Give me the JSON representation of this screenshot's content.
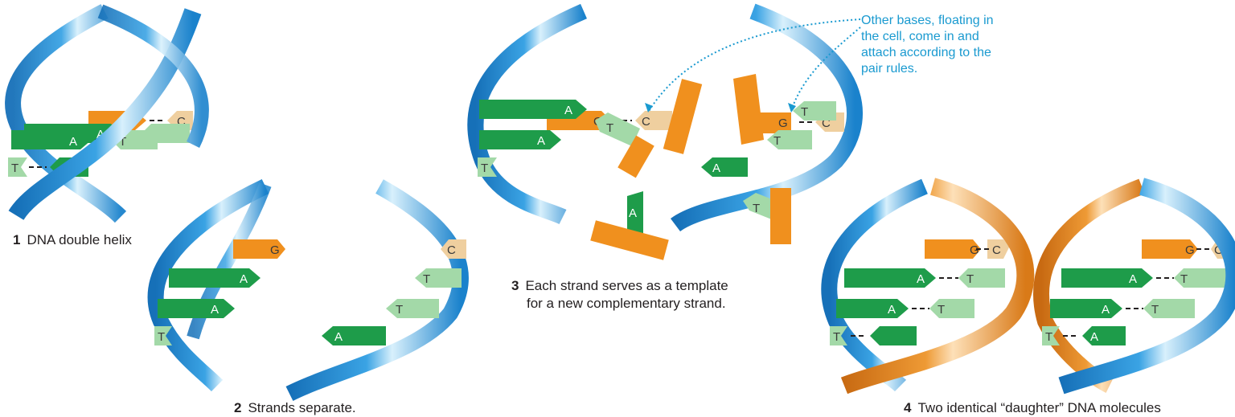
{
  "captions": [
    {
      "num": "1",
      "text": "DNA double helix"
    },
    {
      "num": "2",
      "text": "Strands separate."
    },
    {
      "num": "3",
      "line1": "Each strand serves as a template",
      "line2": "for a new complementary strand."
    },
    {
      "num": "4",
      "text": "Two identical “daughter” DNA molecules"
    }
  ],
  "annotation": {
    "lines": [
      "Other bases, floating in",
      "the cell, come in and",
      "attach according to the",
      "pair rules."
    ]
  },
  "bases": {
    "G": "G",
    "C": "C",
    "A": "A",
    "T": "T"
  },
  "colors": {
    "strand_blue": "#1f8fd4",
    "strand_blue_light": "#9fd6f5",
    "strand_orange": "#e8891f",
    "strand_orange_light": "#f8cc8c",
    "base_G": "#f0901e",
    "base_C": "#efcf9f",
    "base_A": "#1e9c4a",
    "base_T": "#a3d9a8",
    "annotation": "#1a9ad0"
  }
}
